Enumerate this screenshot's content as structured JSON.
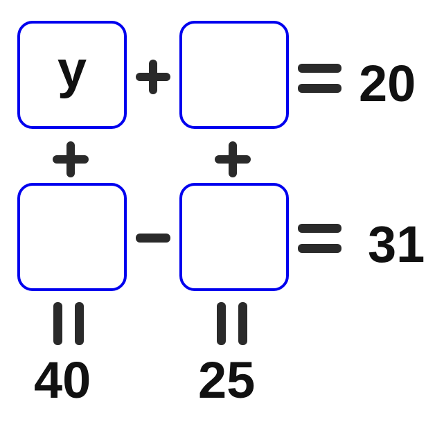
{
  "puzzle": {
    "cells": {
      "top_left": "y",
      "top_right": "",
      "bottom_left": "",
      "bottom_right": ""
    },
    "row_results": [
      "20",
      "31"
    ],
    "column_results": [
      "40",
      "25"
    ],
    "operators": {
      "row1": "+",
      "row2": "-",
      "col1": "+",
      "col2": "+",
      "equals": "="
    }
  },
  "colors": {
    "box_border": "#0000ee",
    "text": "#111111",
    "symbol": "#2a2a2a"
  }
}
